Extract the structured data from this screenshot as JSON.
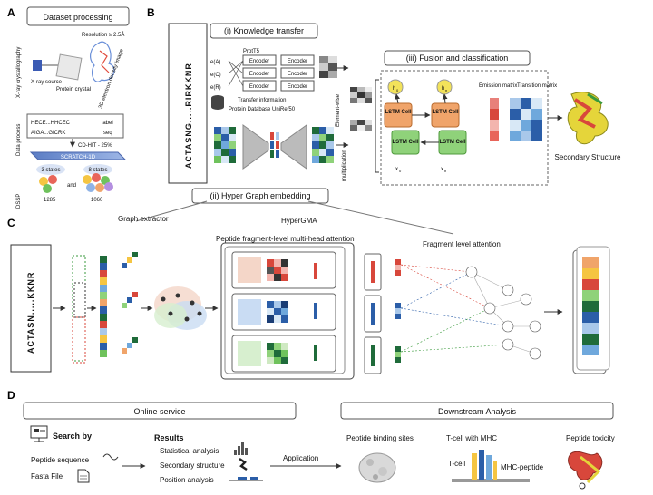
{
  "panels": {
    "A": {
      "letter": "A",
      "title": "Dataset processing",
      "resolution": "Resolution ≥ 2.5Å",
      "xray_label": "X-ray crystallography",
      "xray_source": "X-ray source",
      "protein_crystal": "Protein crystal",
      "density_image": "3D electron density image",
      "data_process": "Data process",
      "seq_line1": "HECE...HHCEC",
      "seq_line2": "AIGA...GICRK",
      "seq_label1": "label",
      "seq_label2": "seq",
      "cdhit": "CD-HIT - 25%",
      "scratch": "SCRATCH-1D",
      "dssp": "DSSP",
      "states3": "3 states",
      "states8": "8 states",
      "and": "and",
      "count3": "1285",
      "count8": "1060"
    },
    "B": {
      "letter": "B",
      "sequence": "ACTASNG.....RIRKKNR",
      "kt_title": "(i) Knowledge transfer",
      "prott5": "ProtT5",
      "eA": "e(A)",
      "eC": "e(C)",
      "eR": "e(R)",
      "encoder": "Encoder",
      "transfer_info": "Transfer information",
      "uniref": "Protein Database UniRef50",
      "elementwise": "Element-wise",
      "multiplication": "multiplication",
      "fusion_title": "(iii) Fusion and classification",
      "h0": "h",
      "h0_sub": "0",
      "hn": "h",
      "hn_sub": "n",
      "lstm_cell": "LSTM Cell",
      "x0": "x",
      "x0_sub": "0",
      "xn": "x",
      "xn_sub": "n",
      "emission": "Emission matrix",
      "transition": "Transition matrix",
      "secondary": "Secondary Structure",
      "hyper_title": "(ii) Hyper Graph embedding"
    },
    "C": {
      "letter": "C",
      "sequence": "ACTASN.....KKNR",
      "graph_extractor": "Graph extractor",
      "hypergma": "HyperGMA",
      "peptide_attention": "Peptide fragment-level multi-head attention",
      "fragment_attention": "Fragment level attention"
    },
    "D": {
      "letter": "D",
      "online_service": "Online service",
      "downstream": "Downstream Analysis",
      "search_by": "Search by",
      "peptide_sequence": "Peptide sequence",
      "fasta_file": "Fasta File",
      "results": "Results",
      "statistical": "Statistical analysis",
      "secondary_structure": "Secondary structure",
      "position": "Position analysis",
      "application": "Application",
      "binding_sites": "Peptide binding sites",
      "tcell_mhc": "T-cell with MHC",
      "tcell": "T-cell",
      "mhc_peptide": "MHC-peptide",
      "toxicity": "Peptide toxicity"
    }
  },
  "colors": {
    "lstm_orange": "#f0a46a",
    "lstm_green": "#8fd27a",
    "hidden_yellow": "#f2e25a",
    "blue_dark": "#2b5ea8",
    "blue_light": "#a9c8ea",
    "green_dark": "#1f6b3a",
    "red": "#d8473b",
    "scratch_blue": "#6f8fcf"
  }
}
